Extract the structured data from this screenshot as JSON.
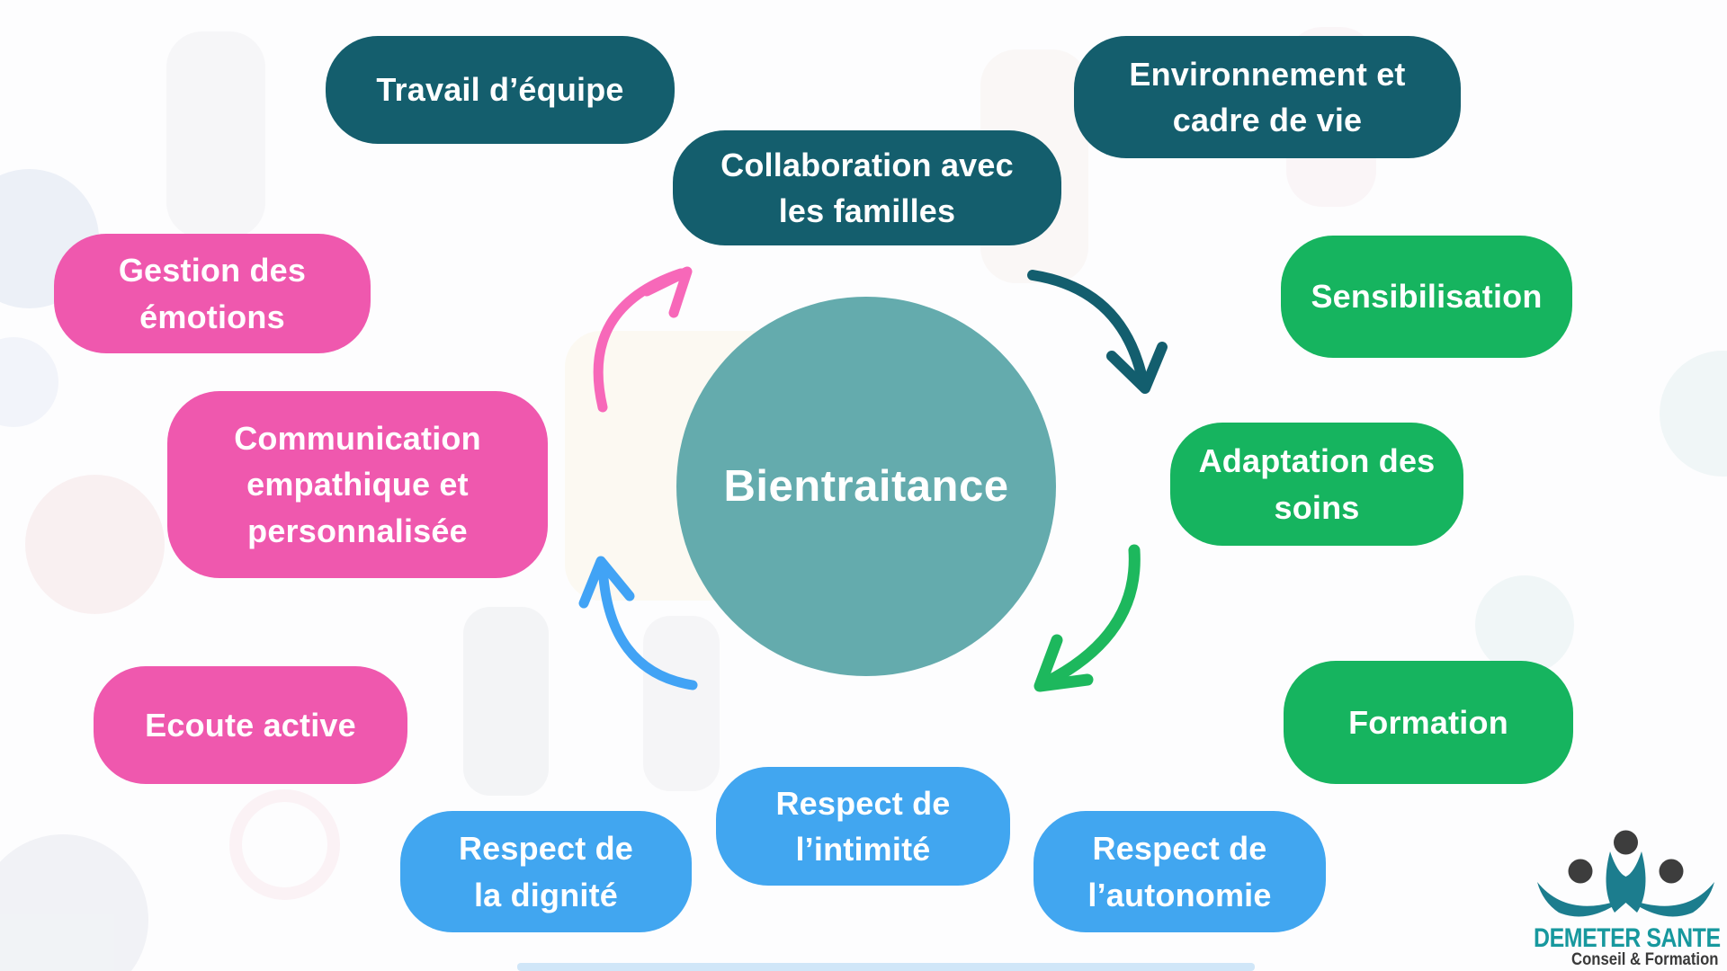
{
  "title": "Bientraitance",
  "colors": {
    "teal_dark": "#145e6d",
    "pink": "#ef58ae",
    "green": "#16b45f",
    "blue": "#41a6f0",
    "circle_teal": "#64abad",
    "arrow_pink": "#f768b9",
    "arrow_teal": "#135e6e",
    "arrow_green": "#1db85d",
    "arrow_blue": "#41a3f5",
    "logo_teal": "#17989e",
    "logo_swoosh": "#1c7d8e",
    "logo_head": "#3d3d3d"
  },
  "center": {
    "label": "Bientraitance"
  },
  "bubbles": [
    {
      "id": "travail-equipe",
      "label": "Travail d’équipe",
      "color": "teal"
    },
    {
      "id": "collaboration-familles",
      "label": "Collaboration avec\nles familles",
      "color": "teal"
    },
    {
      "id": "environnement-cadre-de-vie",
      "label": "Environnement et\ncadre de vie",
      "color": "teal"
    },
    {
      "id": "sensibilisation",
      "label": "Sensibilisation",
      "color": "green"
    },
    {
      "id": "adaptation-des-soins",
      "label": "Adaptation des\nsoins",
      "color": "green"
    },
    {
      "id": "formation",
      "label": "Formation",
      "color": "green"
    },
    {
      "id": "gestion-des-emotions",
      "label": "Gestion des\némotions",
      "color": "pink"
    },
    {
      "id": "communication-empathique",
      "label": "Communication\nempathique et\npersonnalisée",
      "color": "pink"
    },
    {
      "id": "ecoute-active",
      "label": "Ecoute active",
      "color": "pink"
    },
    {
      "id": "respect-dignite",
      "label": "Respect de\nla dignité",
      "color": "blue"
    },
    {
      "id": "respect-intimite",
      "label": "Respect de\nl’intimité",
      "color": "blue"
    },
    {
      "id": "respect-autonomie",
      "label": "Respect de\nl’autonomie",
      "color": "blue"
    }
  ],
  "logo": {
    "title": "DEMETER SANTE",
    "subtitle": "Conseil & Formation"
  }
}
